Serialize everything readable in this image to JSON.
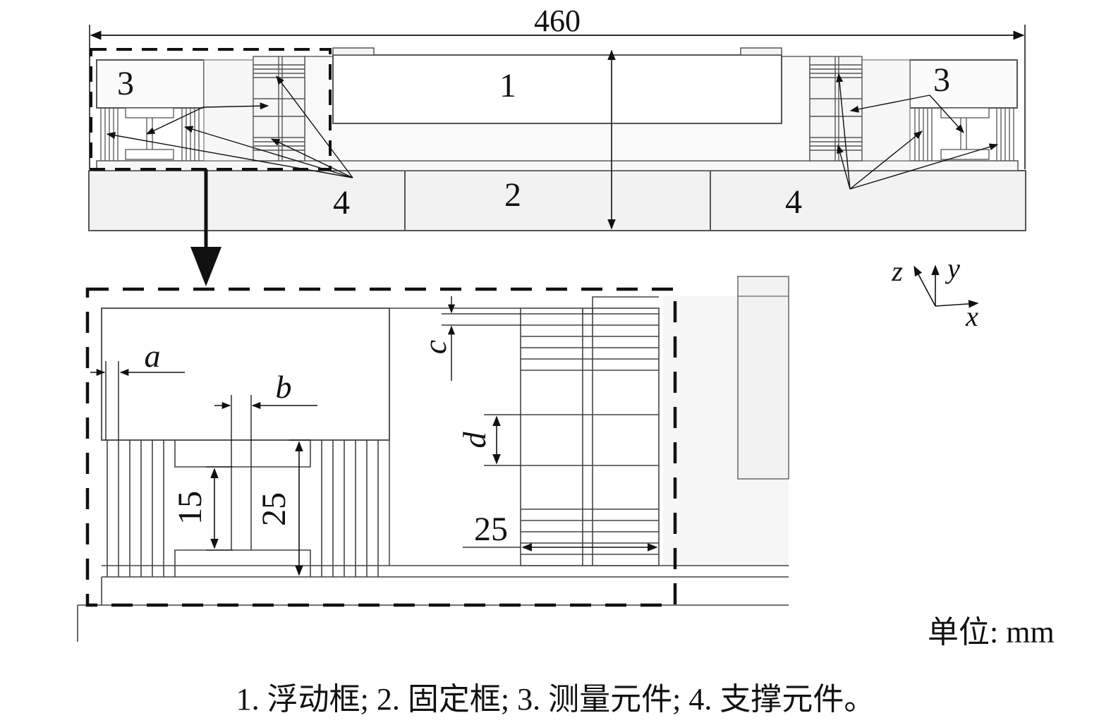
{
  "top_view": {
    "overall_dimension": "460",
    "part_labels": {
      "floating_frame": "1",
      "fixed_frame": "2",
      "measuring_left": "3",
      "measuring_right": "3",
      "support_left": "4",
      "support_right": "4"
    }
  },
  "detail_view": {
    "dim_a": "a",
    "dim_b": "b",
    "dim_c": "c",
    "dim_d": "d",
    "dim_15": "15",
    "dim_25_vertical": "25",
    "dim_25_horizontal": "25"
  },
  "axes": {
    "z": "z",
    "y": "y",
    "x": "x"
  },
  "unit_note": "单位: mm",
  "caption": "1. 浮动框; 2. 固定框; 3. 测量元件; 4. 支撑元件。"
}
